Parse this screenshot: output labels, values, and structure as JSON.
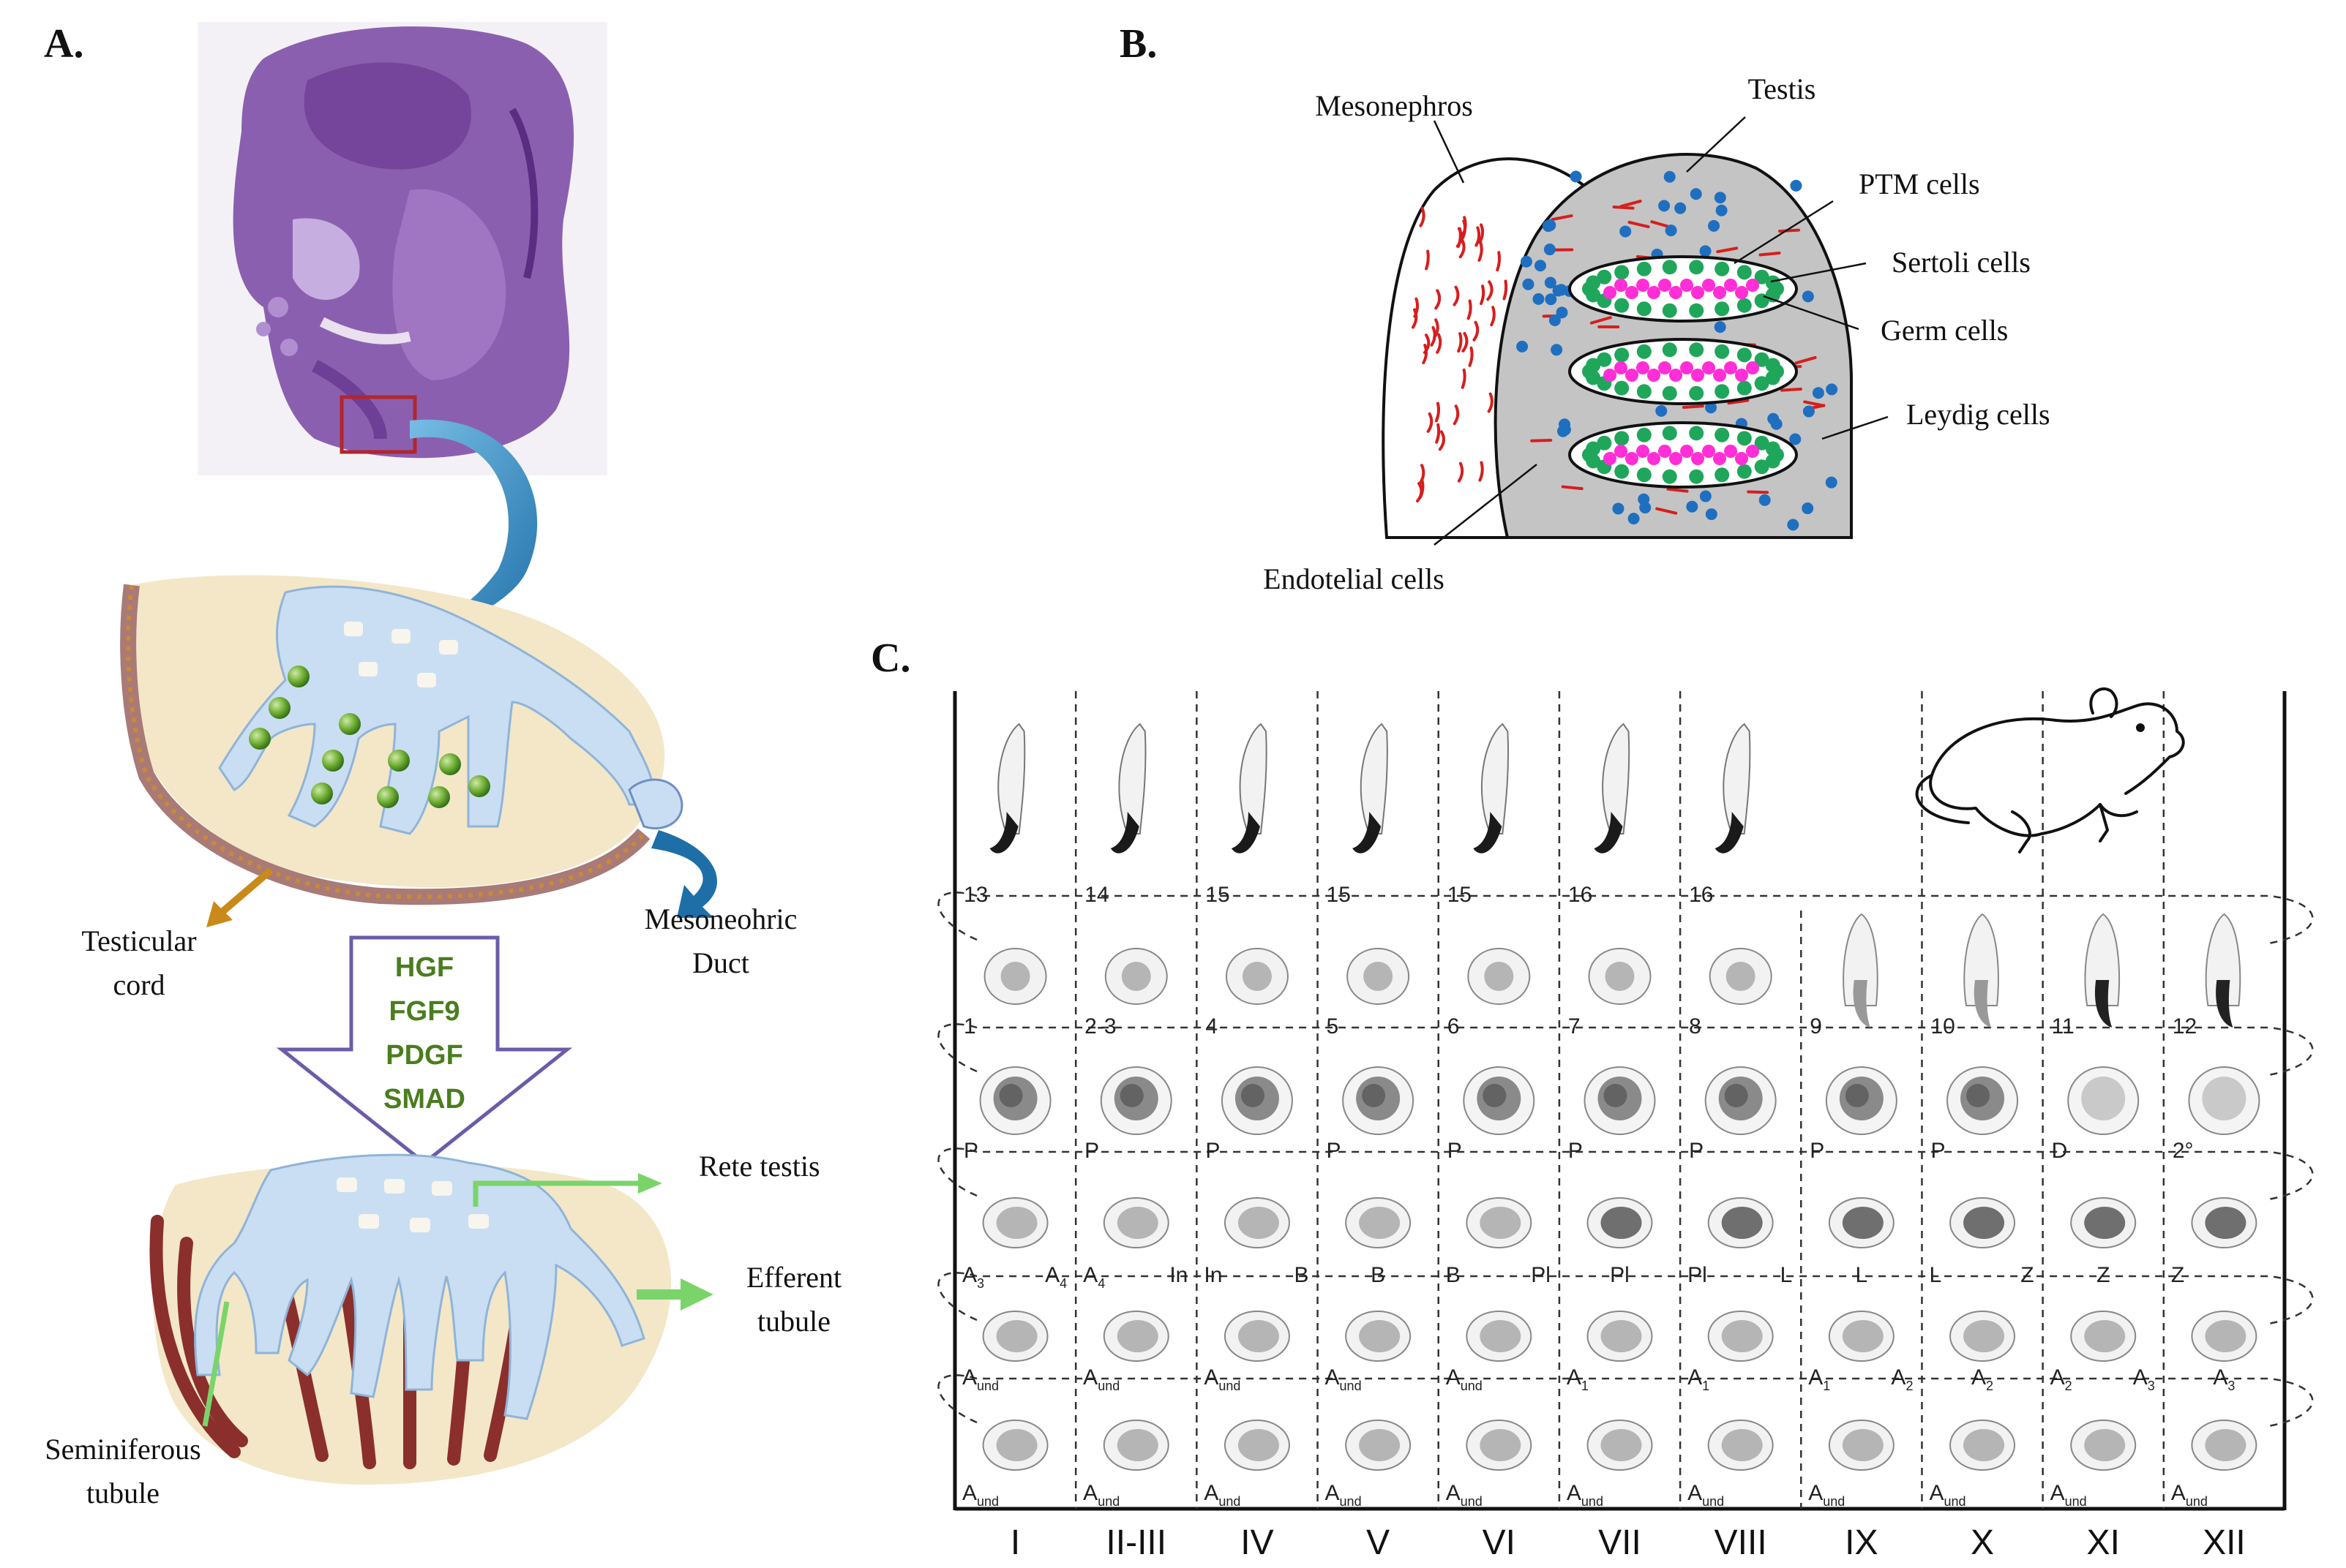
{
  "panels": {
    "a": "A.",
    "b": "B.",
    "c": "C."
  },
  "panel_a": {
    "labels": {
      "testicular_cord": [
        "Testicular",
        "cord"
      ],
      "mesonephric_duct": [
        "Mesoneohric",
        "Duct"
      ],
      "rete_testis": "Rete testis",
      "efferent_tubule": [
        "Efferent",
        "tubule"
      ],
      "seminiferous_tubule": [
        "Seminiferous",
        "tubule"
      ]
    },
    "factors": [
      "HGF",
      "FGF9",
      "PDGF",
      "SMAD"
    ],
    "colors": {
      "embryo": "#8b5fb0",
      "ducts": "#c9def2",
      "gonad": "#f3e7c8",
      "germ": "#5a9b2a",
      "arrow": "#2b8ac2"
    }
  },
  "panel_b": {
    "labels": {
      "mesonephros": "Mesonephros",
      "testis": "Testis",
      "ptm": "PTM cells",
      "sertoli": "Sertoli cells",
      "germ": "Germ cells",
      "leydig": "Leydig cells",
      "endothelial": "Endotelial cells"
    },
    "colors": {
      "testis_fill": "#c4c4c4",
      "sertoli": "#1fa65a",
      "germ": "#ff2ed6",
      "leydig": "#1f6fc0",
      "endothelial": "#d61e1e"
    }
  },
  "panel_c": {
    "stages": [
      "I",
      "II-III",
      "IV",
      "V",
      "VI",
      "VII",
      "VIII",
      "IX",
      "X",
      "XI",
      "XII"
    ],
    "rows": [
      {
        "type": "elongated",
        "cells": [
          {
            "l": "13"
          },
          {
            "l": "14"
          },
          {
            "l": "15"
          },
          {
            "l": "15"
          },
          {
            "l": "15"
          },
          {
            "l": "16"
          },
          {
            "l": "16"
          },
          null,
          null,
          null,
          null
        ]
      },
      {
        "type": "round",
        "cells": [
          {
            "l": "1"
          },
          {
            "l": "2-3"
          },
          {
            "l": "4"
          },
          {
            "l": "5"
          },
          {
            "l": "6"
          },
          {
            "l": "7"
          },
          {
            "l": "8"
          },
          {
            "l": "9"
          },
          {
            "l": "10"
          },
          {
            "l": "11"
          },
          {
            "l": "12"
          }
        ]
      },
      {
        "type": "spermatocyte",
        "cells": [
          {
            "l": "P"
          },
          {
            "l": "P"
          },
          {
            "l": "P"
          },
          {
            "l": "P"
          },
          {
            "l": "P"
          },
          {
            "l": "P"
          },
          {
            "l": "P"
          },
          {
            "l": "P"
          },
          {
            "l": "P"
          },
          {
            "l": "D"
          },
          {
            "l": "2°"
          }
        ]
      },
      {
        "type": "spermatogonia",
        "cells": [
          {
            "l": "A",
            "s": "3",
            "r": "A",
            "rs": "4"
          },
          {
            "l": "A",
            "s": "4",
            "r": "In"
          },
          {
            "l": "In",
            "r": "B"
          },
          {
            "c": "B"
          },
          {
            "l": "B",
            "r": "Pl"
          },
          {
            "c": "Pl"
          },
          {
            "l": "Pl",
            "r": "L"
          },
          {
            "c": "L"
          },
          {
            "l": "L",
            "r": "Z"
          },
          {
            "c": "Z"
          },
          {
            "l": "Z"
          }
        ]
      },
      {
        "type": "stem",
        "cells": [
          {
            "l": "A",
            "s": "und"
          },
          {
            "l": "A",
            "s": "und"
          },
          {
            "l": "A",
            "s": "und"
          },
          {
            "l": "A",
            "s": "und"
          },
          {
            "l": "A",
            "s": "und"
          },
          {
            "l": "A",
            "s": "1"
          },
          {
            "l": "A",
            "s": "1"
          },
          {
            "l": "A",
            "s": "1",
            "r": "A",
            "rs": "2"
          },
          {
            "c": "A",
            "cs": "2"
          },
          {
            "l": "A",
            "s": "2",
            "r": "A",
            "rs": "3"
          },
          {
            "c": "A",
            "cs": "3"
          }
        ]
      },
      {
        "type": "stem",
        "cells": [
          {
            "l": "A",
            "s": "und"
          },
          {
            "l": "A",
            "s": "und"
          },
          {
            "l": "A",
            "s": "und"
          },
          {
            "l": "A",
            "s": "und"
          },
          {
            "l": "A",
            "s": "und"
          },
          {
            "l": "A",
            "s": "und"
          },
          {
            "l": "A",
            "s": "und"
          },
          {
            "l": "A",
            "s": "und"
          },
          {
            "l": "A",
            "s": "und"
          },
          {
            "l": "A",
            "s": "und"
          },
          {
            "l": "A",
            "s": "und"
          }
        ]
      }
    ]
  }
}
